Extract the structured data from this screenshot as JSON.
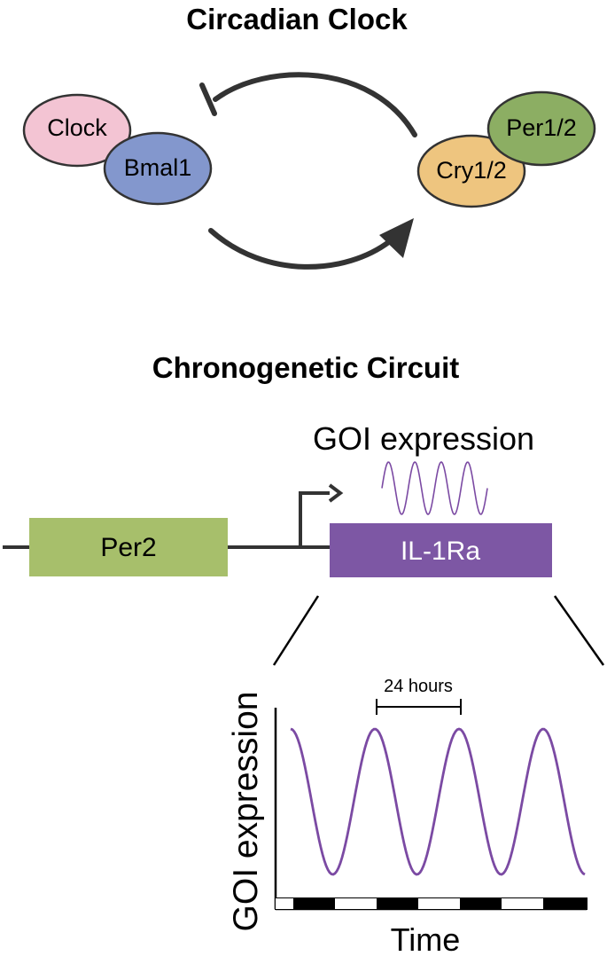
{
  "top_panel": {
    "title": "Circadian Clock",
    "proteins": {
      "clock": "Clock",
      "bmal1": "Bmal1",
      "cry": "Cry1/2",
      "per": "Per1/2"
    }
  },
  "bottom_panel": {
    "title": "Chronogenetic Circuit",
    "expression_label": "GOI expression",
    "promoter_label": "Per2",
    "gene_label": "IL-1Ra"
  },
  "chart_data": {
    "type": "line",
    "title": "",
    "xlabel": "Time",
    "ylabel": "GOI expression",
    "period_annotation": "24 hours",
    "period_hours": 24,
    "peaks_shown": 4,
    "x_range_hours": [
      0,
      88
    ],
    "light_dark_bar": [
      "light",
      "dark",
      "light",
      "dark",
      "light",
      "dark",
      "light",
      "dark"
    ],
    "x": [],
    "y": []
  },
  "colors": {
    "clock": "#f3c4d3",
    "bmal1": "#8397cd",
    "cry": "#eec57f",
    "per": "#8cae63",
    "promoter": "#a7bf6b",
    "gene": "#7d57a4",
    "expression_wave": "#7b4aa3",
    "line": "#333333"
  }
}
